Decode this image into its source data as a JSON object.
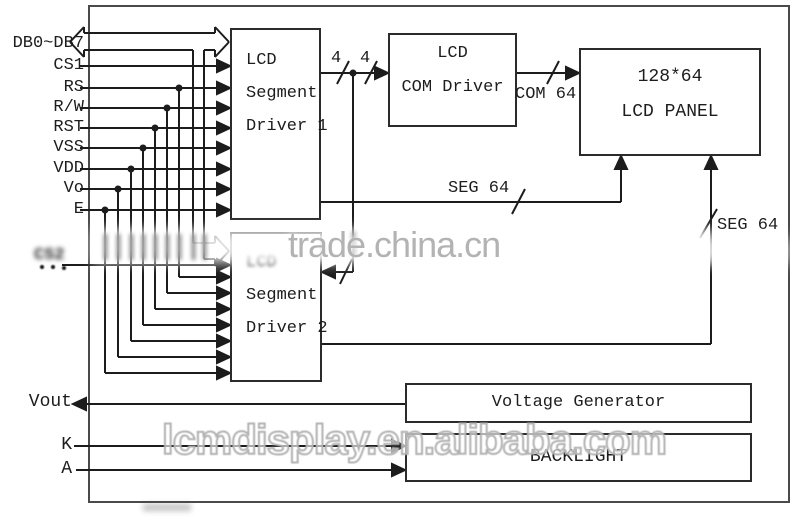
{
  "watermarks": {
    "center": "trade.china.cn",
    "bottom": "lcmdisplay.en.alibaba.com"
  },
  "signals": {
    "db_bus": "DB0~DB7",
    "left": [
      "CS1",
      "RS",
      "R/W",
      "RST",
      "VSS",
      "VDD",
      "Vo",
      "E"
    ],
    "cs2": "CS2",
    "bottom": [
      "Vout",
      "K",
      "A"
    ]
  },
  "blocks": {
    "segment_driver_1": {
      "lines": [
        "LCD",
        "Segment",
        "Driver 1"
      ]
    },
    "com_driver": {
      "lines": [
        "LCD",
        "COM Driver"
      ]
    },
    "lcd_panel": {
      "lines": [
        "128*64",
        "LCD PANEL"
      ]
    },
    "segment_driver_2": {
      "lines": [
        "LCD",
        "Segment",
        "Driver 2"
      ]
    },
    "voltage_generator": {
      "label": "Voltage Generator"
    },
    "backlight": {
      "label": "BACKLIGHT"
    }
  },
  "bus_labels": {
    "driver1_out_width_a": "4",
    "driver1_out_width_b": "4",
    "com": "COM 64",
    "seg_bottom": "SEG 64",
    "seg_right": "SEG 64"
  },
  "colors": {
    "line": "#1c1c1c",
    "frame": "#4a4a4a",
    "watermark_gray": "#b5b5b5",
    "background": "#ffffff"
  }
}
